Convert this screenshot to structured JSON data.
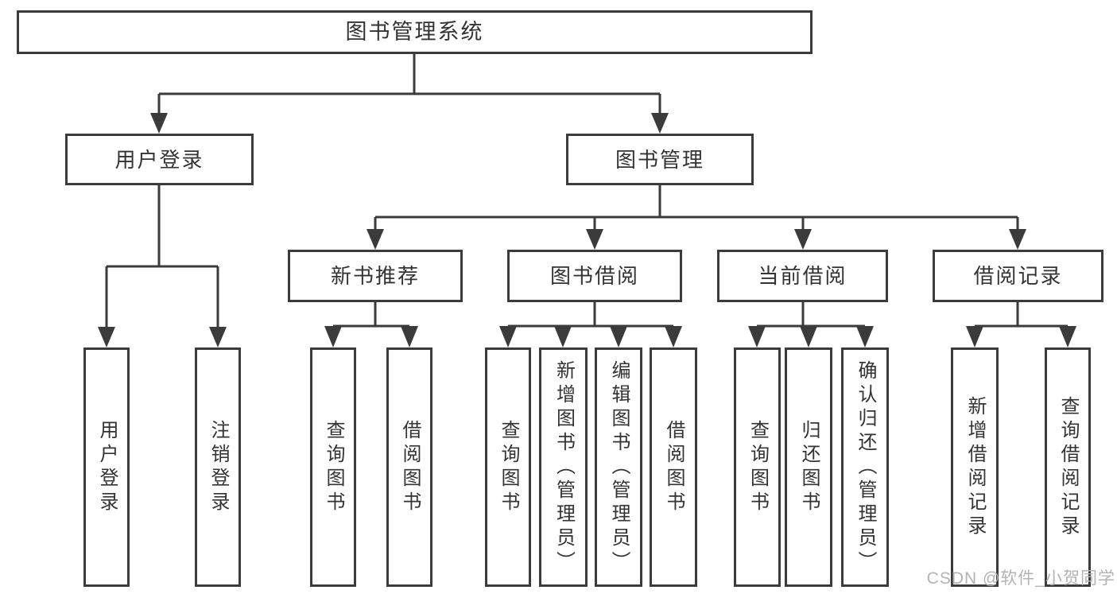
{
  "diagram": {
    "title": "图书管理系统",
    "branches": {
      "user_login": {
        "label": "用户登录",
        "children": [
          "用户登录",
          "注销登录"
        ]
      },
      "book_management": {
        "label": "图书管理",
        "sections": [
          {
            "label": "新书推荐",
            "children": [
              "查询图书",
              "借阅图书"
            ]
          },
          {
            "label": "图书借阅",
            "children": [
              "查询图书",
              "新增图书（管理员）",
              "编辑图书（管理员）",
              "借阅图书"
            ]
          },
          {
            "label": "当前借阅",
            "children": [
              "查询图书",
              "归还图书",
              "确认归还（管理员）"
            ]
          },
          {
            "label": "借阅记录",
            "children": [
              "新增借阅记录",
              "查询借阅记录"
            ]
          }
        ]
      }
    }
  },
  "watermark": "CSDN @软件_小贺同学",
  "colors": {
    "line": "#3b3b3b",
    "text": "#333333",
    "background": "#ffffff",
    "watermark": "#b3b3b3"
  }
}
